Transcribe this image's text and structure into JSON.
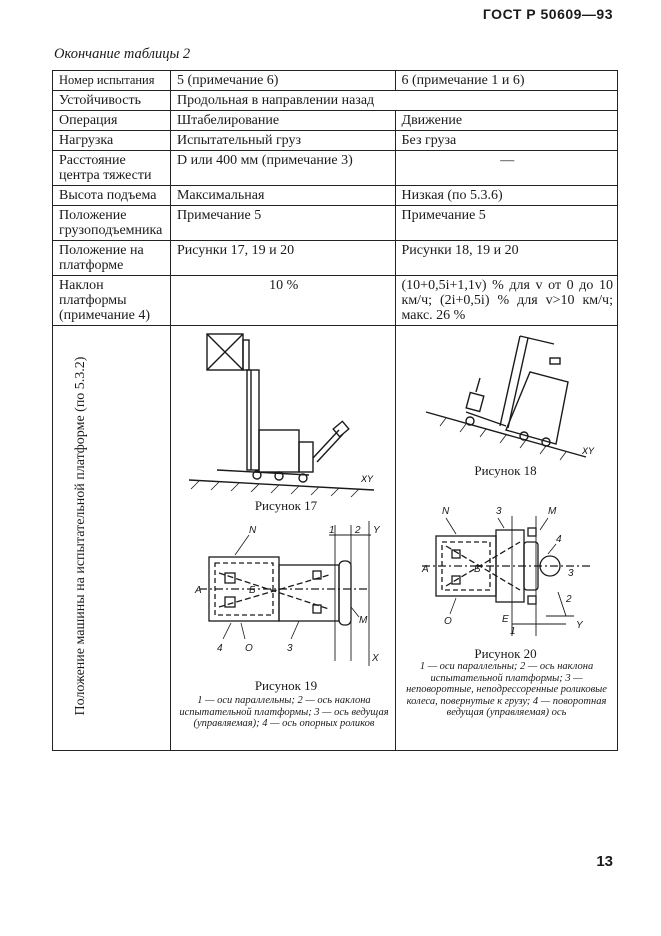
{
  "header": {
    "standard": "ГОСТ Р 50609—93",
    "page_number": "13"
  },
  "caption": "Окончание таблицы 2",
  "table": {
    "head": [
      "Номер испытания",
      "5 (примечание 6)",
      "6 (примечание 1 и 6)"
    ],
    "stability": [
      "Устойчивость",
      "Продольная в направлении назад"
    ],
    "rows": [
      [
        "Операция",
        "Штабелирование",
        "Движение"
      ],
      [
        "Нагрузка",
        "Испытательный груз",
        "Без груза"
      ],
      [
        "Расстояние центра тяжести",
        "D или 400 мм (примечание 3)",
        "—"
      ],
      [
        "Высота подъема",
        "Максимальная",
        "Низкая (по 5.3.6)"
      ],
      [
        "Положение грузоподъемника",
        "Примечание 5",
        "Примечание 5"
      ],
      [
        "Положение на платформе",
        "Рисунки 17, 19 и 20",
        "Рисунки 18, 19 и 20"
      ],
      [
        "Наклон платформы (примечание 4)",
        "10 %",
        "(10+0,5i+1,1v) % для v от 0 до 10 км/ч; (2i+0,5i) % для v>10 км/ч; макс. 26 %"
      ]
    ],
    "position_label": "Положение машины на испытательной платформе (по 5.3.2)"
  },
  "figures": {
    "fig17": "Рисунок 17",
    "fig18": "Рисунок 18",
    "fig19": "Рисунок 19",
    "fig20": "Рисунок 20",
    "fig19_legend": "1 — оси параллельны; 2 — ось наклона испытательной платформы; 3 — ось ведущая (управляемая); 4 — ось опорных роликов",
    "fig20_legend": "1 — оси параллельны; 2 — ось наклона испытательной платформы; 3 — неповоротные, неподрессоренные роликовые колеса, повернутые к грузу; 4 — поворотная ведущая (управляемая) ось",
    "labels": {
      "xy": "XY",
      "x": "X",
      "y": "Y",
      "n": "N",
      "m": "M",
      "a": "A",
      "b": "Б",
      "o": "O",
      "e": "E",
      "n1": "1",
      "n2": "2",
      "n3": "3",
      "n4": "4"
    }
  }
}
